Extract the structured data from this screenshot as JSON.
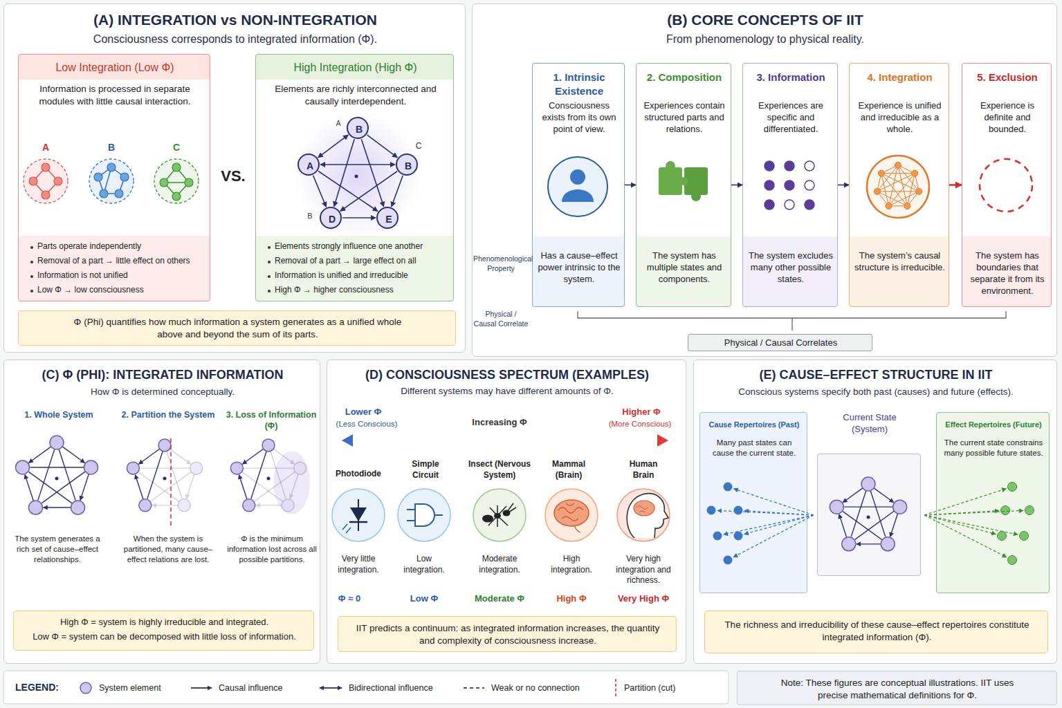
{
  "diagram": {
    "nodes": [
      {
        "text": [
          "(A) INTEGRATION vs NON-INTEGRATION",
          "Consciousness corresponds to integrated information (Φ)."
        ]
      },
      {
        "text": [
          "Low Integration (Low Φ)",
          "Information is processed in separate modules with little causal interaction.",
          "Parts operate independently",
          "Removal of a part → little effect on others",
          "Information is not unified",
          "Low Φ → low consciousness"
        ],
        "in": 0
      },
      {
        "text": [
          "High Integration (High Φ)",
          "Elements are richly interconnected and causally interdependent.",
          "Elements strongly influence one another",
          "Removal of a part → large effect on all",
          "Information is unified and irreducible",
          "High Φ → higher consciousness"
        ],
        "in": 0
      },
      {
        "text": [
          "B"
        ],
        "in": 2
      },
      {
        "text": [
          "A"
        ],
        "in": 2
      },
      {
        "text": [
          "B"
        ],
        "in": 2
      },
      {
        "text": [
          "D"
        ],
        "in": 2
      },
      {
        "text": [
          "E"
        ],
        "in": 2
      },
      {
        "text": [
          "Φ (Phi) quantifies how much information a system generates as a unified whole above and beyond the sum of its parts."
        ],
        "in": 0
      },
      {
        "text": [
          "(B) CORE CONCEPTS OF IIT",
          "From phenomenology to physical reality."
        ]
      },
      {
        "text": [
          "1. Intrinsic Existence",
          "Consciousness exists from its own point of view.",
          "Has a cause–effect power intrinsic to the system."
        ],
        "in": 9
      },
      {
        "text": [
          "2. Composition",
          "Experiences contain structured parts and relations.",
          "The system has multiple states and components."
        ],
        "in": 9
      },
      {
        "text": [
          "3. Information",
          "Experiences are specific and differentiated.",
          "The system excludes many other possible states."
        ],
        "in": 9
      },
      {
        "text": [
          "4. Integration",
          "Experience is unified and irreducible as a whole.",
          "The system’s causal structure is irreducible."
        ],
        "in": 9
      },
      {
        "text": [
          "5. Exclusion",
          "Experience is definite and bounded.",
          "The system has boundaries that separate it from its environment."
        ],
        "in": 9
      },
      {
        "text": [
          "Physical / Causal Correlates"
        ],
        "in": 9
      },
      {
        "text": [
          "(C) Φ (PHI): INTEGRATED INFORMATION",
          "How Φ is determined conceptually."
        ]
      },
      {
        "text": [
          "High Φ = system is highly irreducible and integrated.",
          "Low Φ = system can be decomposed with little loss of information."
        ],
        "in": 16
      },
      {
        "text": [
          "(D) CONSCIOUSNESS SPECTRUM (EXAMPLES)",
          "Different systems may have different amounts of Φ."
        ]
      },
      {
        "text": [
          "IIT predicts a continuum: as integrated information increases, the quantity and complexity of consciousness increase."
        ],
        "in": 18
      },
      {
        "text": [
          "(E) CAUSE–EFFECT STRUCTURE IN IIT",
          "Conscious systems specify both past (causes) and future (effects)."
        ]
      },
      {
        "text": [
          "Cause Repertoires (Past)",
          "Many past states can cause the current state."
        ],
        "in": 20
      },
      {
        "text": [
          "Current State (System)"
        ],
        "in": 20
      },
      {
        "text": [
          "Effect Repertoires (Future)",
          "The current state constrains many possible future states."
        ],
        "in": 20
      },
      {
        "text": [
          "The richness and irreducibility of these cause–effect repertoires constitute integrated information (Φ)."
        ],
        "in": 20
      },
      {
        "text": [
          "Note: These figures are conceptual illustrations. IIT uses precise mathematical definitions for Φ."
        ]
      }
    ],
    "edges": [
      {
        "from": 4,
        "to": 3,
        "arrow": "both"
      },
      {
        "from": 3,
        "to": 5,
        "arrow": "to"
      },
      {
        "from": 4,
        "to": 5,
        "arrow": "both"
      },
      {
        "from": 4,
        "to": 6,
        "arrow": "to"
      },
      {
        "from": 5,
        "to": 7,
        "arrow": "to"
      },
      {
        "from": 6,
        "to": 7,
        "arrow": "to"
      },
      {
        "from": 3,
        "to": 6,
        "arrow": "to"
      },
      {
        "from": 3,
        "to": 7,
        "arrow": "to"
      },
      {
        "from": 4,
        "to": 7,
        "arrow": "to"
      },
      {
        "from": 5,
        "to": 6,
        "arrow": "to"
      },
      {
        "from": 10,
        "to": 11,
        "arrow": "to"
      },
      {
        "from": 11,
        "to": 12,
        "arrow": "to"
      },
      {
        "from": 12,
        "to": 13,
        "arrow": "to"
      },
      {
        "from": 13,
        "to": 14,
        "arrow": "to"
      }
    ],
    "labels": [
      "A",
      "B",
      "C",
      "VS.",
      "A",
      "C",
      "B",
      "Phenomenological Property",
      "Physical / Causal Correlate",
      "1. Whole System",
      "2. Partition the System",
      "3. Loss of Information (Φ)",
      "The system generates a rich set of cause–effect relationships.",
      "When the system is partitioned, many cause–effect relations are lost.",
      "Φ is the minimum information lost across all possible partitions.",
      "Lower Φ",
      "(Less Conscious)",
      "Increasing Φ",
      "Higher Φ",
      "(More Conscious)",
      "Photodiode",
      "Simple Circuit",
      "Insect (Nervous System)",
      "Mammal (Brain)",
      "Human Brain",
      "Very little integration.",
      "Low integration.",
      "Moderate integration.",
      "High integration.",
      "Very high integration and richness.",
      "Φ ≈ 0",
      "Low Φ",
      "Moderate Φ",
      "High Φ",
      "Very High Φ",
      "LEGEND:"
    ],
    "legend": [
      {
        "text": "System element"
      },
      {
        "text": "Causal influence"
      },
      {
        "text": "Bidirectional influence"
      },
      {
        "text": "Weak or no connection"
      },
      {
        "text": "Partition (cut)"
      }
    ]
  }
}
